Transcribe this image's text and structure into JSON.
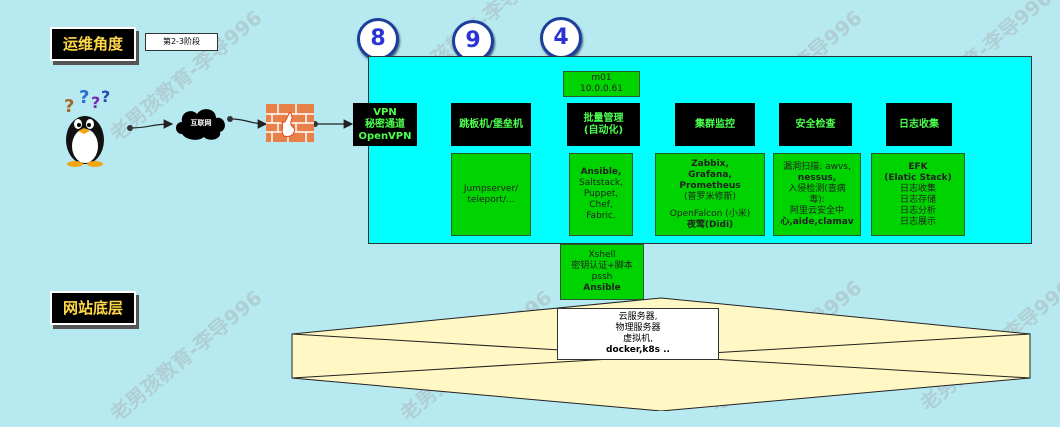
{
  "tags": {
    "ops_view": "运维角度",
    "site_base": "网站底层"
  },
  "stage_note": "第2-3阶段",
  "numbers": {
    "n1": "8",
    "n2": "9",
    "n3": "4"
  },
  "cloud_label": "互联网",
  "stages": {
    "vpn": [
      "VPN",
      "秘密通道",
      "OpenVPN"
    ],
    "jump": [
      "跳板机/堡垒机"
    ],
    "batch": [
      "批量管理",
      "(自动化)"
    ],
    "monitor": [
      "集群监控"
    ],
    "security": [
      "安全检查"
    ],
    "logs": [
      "日志收集"
    ]
  },
  "m01": [
    "m01",
    "10.0.0.61"
  ],
  "details": {
    "jump": [
      "Jumpserver/",
      "teleport/..."
    ],
    "batch": [
      "Ansible,",
      "Saltstack,",
      "Puppet,",
      "Chef,",
      "Fabric."
    ],
    "monitor": [
      "Zabbix,",
      "Grafana,",
      "Prometheus",
      "(普罗米修斯)",
      "",
      "OpenFalcon (小米)",
      "夜莺(Didi)"
    ],
    "security": [
      "漏洞扫描: awvs,",
      "nessus,",
      "入侵检测(查病",
      "毒):",
      "阿里云安全中",
      "心,aide,clamav"
    ],
    "logs": [
      "EFK",
      "(Elatic Stack)",
      "日志收集",
      "日志存储",
      "日志分析",
      "日志展示"
    ]
  },
  "xshell": [
    "Xshell",
    "密钥认证+脚本",
    "pssh",
    "Ansible"
  ],
  "servers": [
    "云服务器,",
    "物理服务器",
    "虚拟机,",
    "docker,k8s .."
  ],
  "watermark": "老男孩教育-李导996"
}
